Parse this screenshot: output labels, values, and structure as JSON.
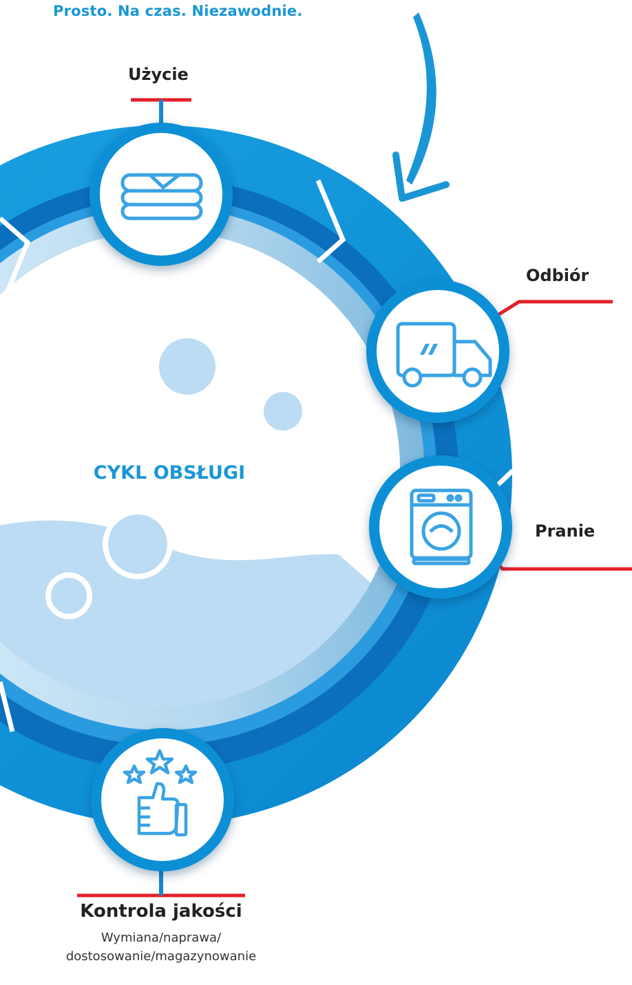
{
  "header": {
    "tagline": "Prosto. Na czas. Niezawodnie."
  },
  "center": {
    "title": "CYKL OBSŁUGI"
  },
  "colors": {
    "primary_blue": "#0a8fd6",
    "dark_blue": "#0b6fbd",
    "light_blue": "#b8ddf3",
    "accent_red": "#e3202a",
    "text_dark": "#222222"
  },
  "steps": [
    {
      "label": "Użycie",
      "icon": "folded-linen-icon"
    },
    {
      "label": "Odbiór",
      "icon": "delivery-truck-icon"
    },
    {
      "label": "Pranie",
      "icon": "washing-machine-icon"
    },
    {
      "label": "Kontrola jakości",
      "icon": "thumbs-up-stars-icon"
    }
  ],
  "quality_control": {
    "description_line1": "Wymiana/naprawa/",
    "description_line2": "dostosowanie/magazynowanie"
  }
}
